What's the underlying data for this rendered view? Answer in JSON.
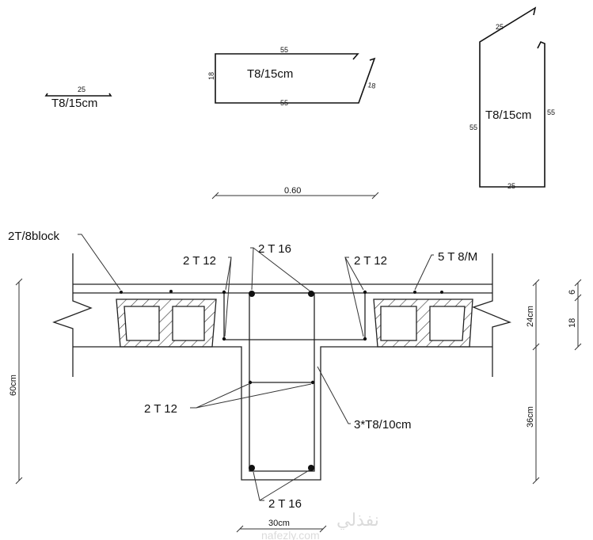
{
  "bar_schedule": {
    "straight_bar": {
      "length": "25",
      "label": "T8/15cm"
    },
    "bent_bar": {
      "top_length": "55",
      "bottom_length": "55",
      "left_height": "18",
      "slant_length": "18",
      "label": "T8/15cm"
    },
    "stirrup_bar": {
      "top_slant": "25",
      "left_height": "55",
      "right_height": "55",
      "bottom_width": "25",
      "label": "T8/15cm"
    },
    "width_dimension": "0.60"
  },
  "section": {
    "labels": {
      "block_bars": "2T/8block",
      "top_flange_left": "2 T 12",
      "top_main": "2 T 16",
      "top_flange_right": "2 T 12",
      "slab_mesh": "5 T 8/M",
      "web_side": "2 T 12",
      "stirrups": "3*T8/10cm",
      "bottom_main": "2 T 16"
    },
    "dimensions": {
      "total_depth": "60cm",
      "slab_depth": "24cm",
      "web_depth": "36cm",
      "topping": "6",
      "block": "18",
      "web_width": "30cm"
    }
  },
  "watermark": {
    "arabic": "نفذلي",
    "site": "nafezly.com"
  }
}
